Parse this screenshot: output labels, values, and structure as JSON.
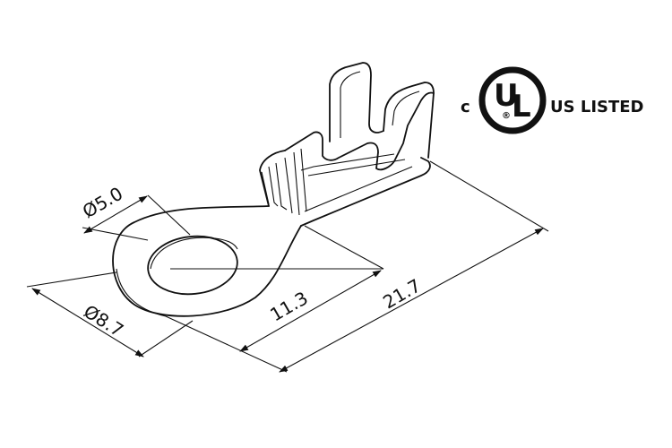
{
  "dimensions": {
    "hole_diameter": "Ø5.0",
    "outer_diameter": "Ø8.7",
    "hole_to_barrel": "11.3",
    "overall_length": "21.7"
  },
  "certification": {
    "prefix": "c",
    "mark_letter_u": "U",
    "mark_letter_l": "L",
    "registered": "®",
    "suffix": "US LISTED"
  }
}
